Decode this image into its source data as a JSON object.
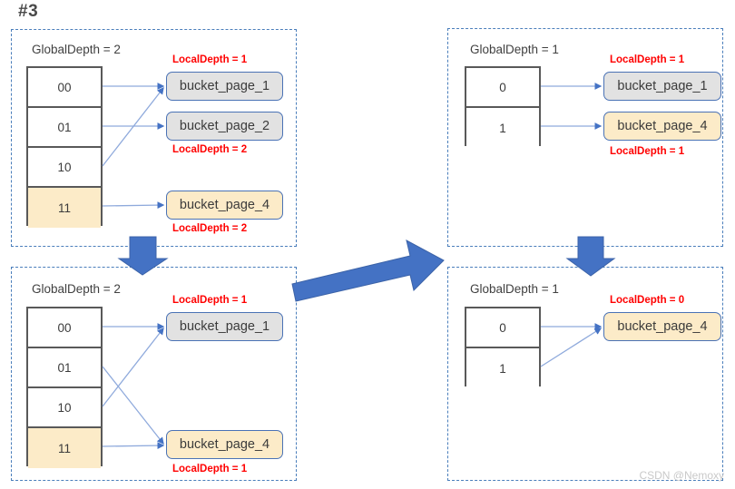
{
  "step_label": "#3",
  "watermark": "CSDN @Nemoxy",
  "colors": {
    "panel_border": "#4a7ebb",
    "arrow_blue": "#4472c4",
    "link_blue": "#8faadc",
    "bucket_border": "#4a72b5",
    "bucket_gray": "#e2e2e2",
    "bucket_yellow": "#fcebc8",
    "local_depth_red": "#ff0000",
    "table_border": "#595959"
  },
  "panels": [
    {
      "id": "top-left",
      "global_depth": "GlobalDepth = 2",
      "directory": [
        {
          "label": "00",
          "highlighted": false
        },
        {
          "label": "01",
          "highlighted": false
        },
        {
          "label": "10",
          "highlighted": false
        },
        {
          "label": "11",
          "highlighted": true
        }
      ],
      "buckets": [
        {
          "label": "bucket_page_1",
          "fill": "gray"
        },
        {
          "label": "bucket_page_2",
          "fill": "gray"
        },
        {
          "label": "bucket_page_4",
          "fill": "yellow"
        }
      ],
      "local_depths": [
        "LocalDepth = 1",
        "LocalDepth = 2",
        "LocalDepth = 2"
      ]
    },
    {
      "id": "top-right",
      "global_depth": "GlobalDepth = 1",
      "directory": [
        {
          "label": "0",
          "highlighted": false
        },
        {
          "label": "1",
          "highlighted": false
        }
      ],
      "buckets": [
        {
          "label": "bucket_page_1",
          "fill": "gray"
        },
        {
          "label": "bucket_page_4",
          "fill": "yellow"
        }
      ],
      "local_depths": [
        "LocalDepth = 1",
        "LocalDepth = 1"
      ]
    },
    {
      "id": "bottom-left",
      "global_depth": "GlobalDepth = 2",
      "directory": [
        {
          "label": "00",
          "highlighted": false
        },
        {
          "label": "01",
          "highlighted": false
        },
        {
          "label": "10",
          "highlighted": false
        },
        {
          "label": "11",
          "highlighted": true
        }
      ],
      "buckets": [
        {
          "label": "bucket_page_1",
          "fill": "gray"
        },
        {
          "label": "bucket_page_4",
          "fill": "yellow"
        }
      ],
      "local_depths": [
        "LocalDepth = 1",
        "LocalDepth = 1"
      ]
    },
    {
      "id": "bottom-right",
      "global_depth": "GlobalDepth = 1",
      "directory": [
        {
          "label": "0",
          "highlighted": false
        },
        {
          "label": "1",
          "highlighted": false
        }
      ],
      "buckets": [
        {
          "label": "bucket_page_4",
          "fill": "yellow"
        }
      ],
      "local_depths": [
        "LocalDepth = 0"
      ]
    }
  ],
  "flow_arrows": [
    {
      "name": "arrow-down-left",
      "direction": "down"
    },
    {
      "name": "arrow-diagonal-to-top-right",
      "direction": "up-right"
    },
    {
      "name": "arrow-down-right",
      "direction": "down"
    }
  ]
}
